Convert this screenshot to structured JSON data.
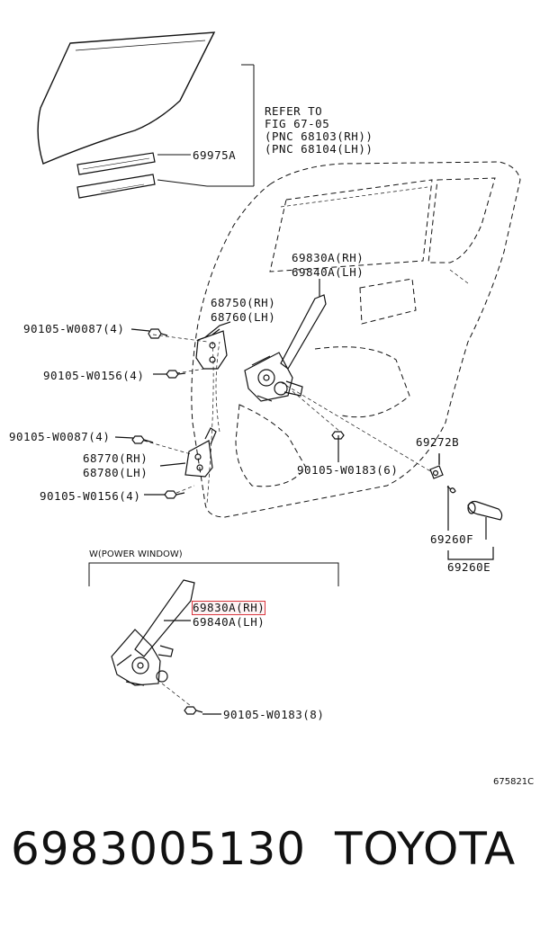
{
  "refer_note": {
    "line1": "REFER TO",
    "line2": "FIG 67-05",
    "line3": "(PNC 68103(RH))",
    "line4": "(PNC 68104(LH))"
  },
  "parts": {
    "glass_run": "69975A",
    "regulator_rh_top": "69830A(RH)",
    "regulator_lh_top": "69840A(LH)",
    "hinge_upper_rh": "68750(RH)",
    "hinge_upper_lh": "68760(LH)",
    "bolt_upper_1": "90105-W0087(4)",
    "bolt_upper_2": "90105-W0156(4)",
    "bolt_lower_1": "90105-W0087(4)",
    "hinge_lower_rh": "68770(RH)",
    "hinge_lower_lh": "68780(LH)",
    "bolt_lower_2": "90105-W0156(4)",
    "bolt_regulator": "90105-W0183(6)",
    "clip": "69272B",
    "cap_f": "69260F",
    "cap_e": "69260E"
  },
  "power_window": {
    "title": "W(POWER WINDOW)",
    "regulator_rh": "69830A(RH)",
    "regulator_lh": "69840A(LH)",
    "bolt": "90105-W0183(8)"
  },
  "figure_code": "675821C",
  "footer": {
    "part_number": "6983005130",
    "brand": "TOYOTA"
  }
}
